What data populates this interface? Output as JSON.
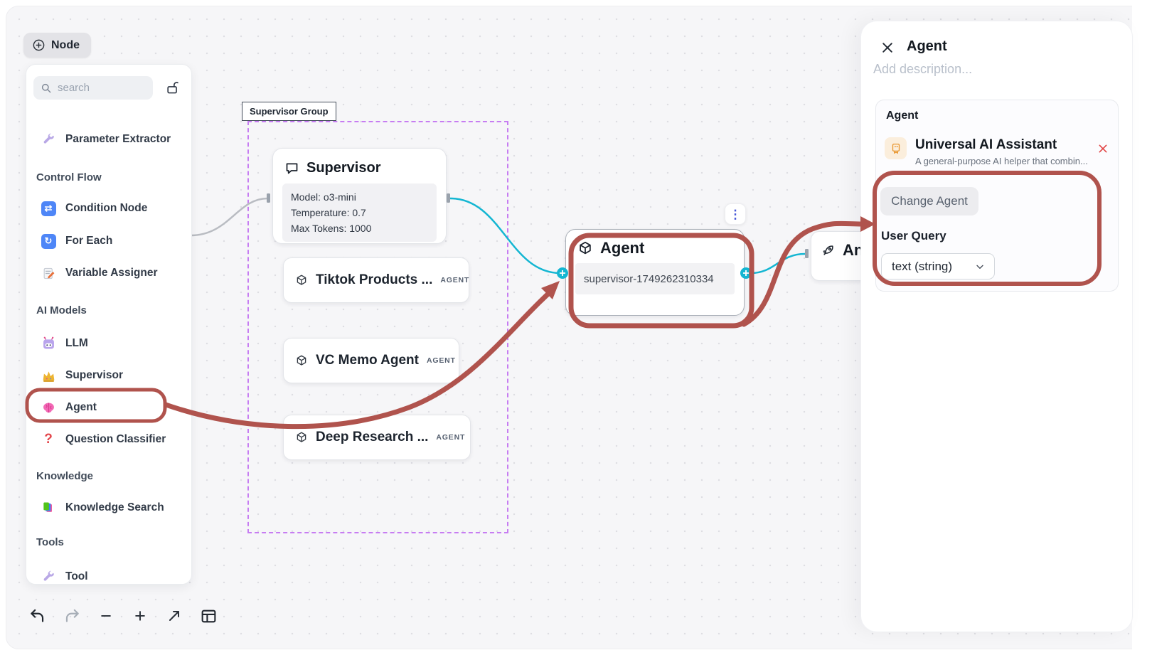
{
  "node_button": {
    "label": "Node",
    "icon": "plus-circle-icon"
  },
  "sidebar": {
    "search_placeholder": "search",
    "lock_icon": "unlock-icon",
    "groups": [
      {
        "header": "",
        "items": [
          {
            "label": "Parameter Extractor",
            "icon": "wrench-icon"
          }
        ]
      },
      {
        "header": "Control Flow",
        "items": [
          {
            "label": "Condition Node",
            "icon": "shuffle-icon"
          },
          {
            "label": "For Each",
            "icon": "loop-icon"
          },
          {
            "label": "Variable Assigner",
            "icon": "memo-pencil-icon"
          }
        ]
      },
      {
        "header": "AI Models",
        "items": [
          {
            "label": "LLM",
            "icon": "robot-icon"
          },
          {
            "label": "Supervisor",
            "icon": "crown-icon"
          },
          {
            "label": "Agent",
            "icon": "brain-icon"
          },
          {
            "label": "Question Classifier",
            "icon": "question-mark-icon"
          }
        ]
      },
      {
        "header": "Knowledge",
        "items": [
          {
            "label": "Knowledge Search",
            "icon": "books-icon"
          }
        ]
      },
      {
        "header": "Tools",
        "items": [
          {
            "label": "Tool",
            "icon": "wrench-icon"
          }
        ]
      }
    ]
  },
  "toolbar": {
    "icons": [
      "undo",
      "redo",
      "zoom-out",
      "zoom-in",
      "fit-view",
      "layout"
    ]
  },
  "canvas": {
    "group_label": "Supervisor Group",
    "supervisor_node": {
      "title": "Supervisor",
      "icon": "speech-bubble-icon",
      "lines": [
        "Model: o3-mini",
        "Temperature: 0.7",
        "Max Tokens: 1000"
      ]
    },
    "agent_cards": [
      {
        "title": "Tiktok Products ...",
        "badge": "AGENT",
        "icon": "cube-icon"
      },
      {
        "title": "VC Memo Agent",
        "badge": "AGENT",
        "icon": "cube-icon"
      },
      {
        "title": "Deep Research ...",
        "badge": "AGENT",
        "icon": "cube-icon"
      }
    ],
    "agent_node": {
      "title": "Agent",
      "icon": "cube-icon",
      "id": "supervisor-1749262310334"
    },
    "partial_node": {
      "title": "An",
      "icon": "rocket-icon"
    },
    "menu_button_icon": "kebab-menu-icon"
  },
  "panel": {
    "title": "Agent",
    "close_icon": "close-icon",
    "description_placeholder": "Add description...",
    "section_label": "Agent",
    "agent_name": "Universal AI Assistant",
    "agent_description": "A general-purpose AI helper that combin...",
    "remove_icon": "remove-x-icon",
    "change_button_label": "Change Agent",
    "user_query_label": "User Query",
    "user_query_value": "text (string)"
  },
  "colors": {
    "annotation_red": "#b0534d",
    "edge_teal": "#14b6d2",
    "group_purple": "#c77df2",
    "icon_blue": "#4e86f7",
    "menu_blue": "#4656d7",
    "canvas_bg": "#f6f6f8"
  }
}
